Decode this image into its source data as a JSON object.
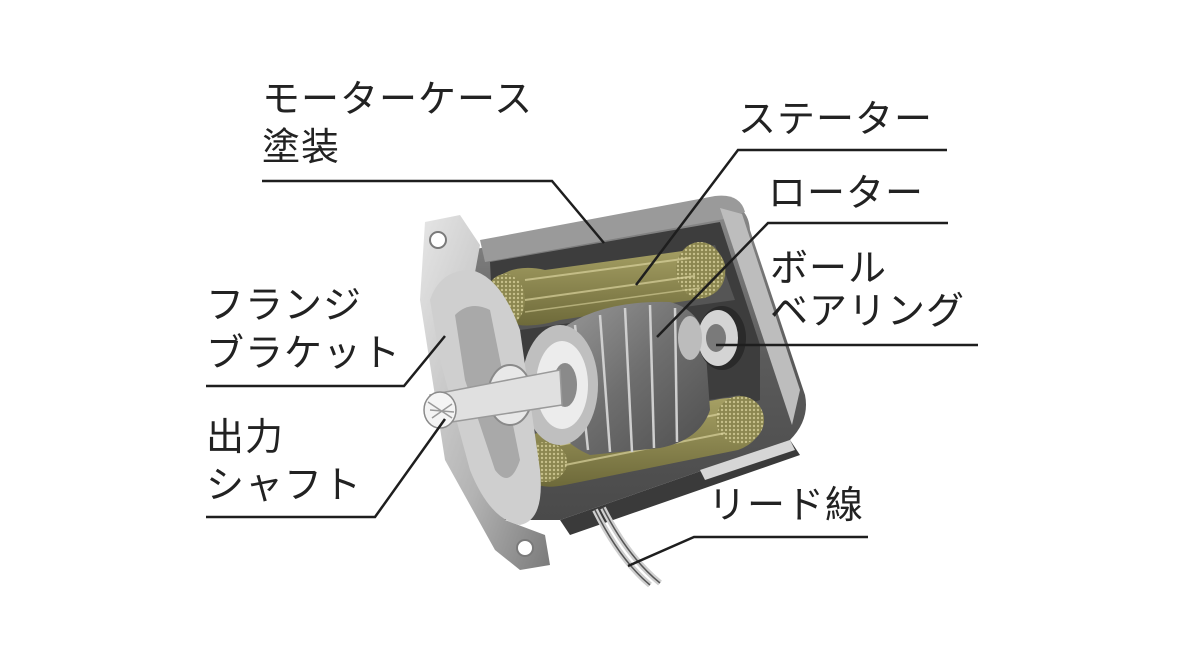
{
  "labels": {
    "motor_case_coating": [
      "モーターケース",
      "塗装"
    ],
    "stator": "ステーター",
    "rotor": "ローター",
    "ball_bearing": [
      "ボール",
      "ベアリング"
    ],
    "flange_bracket": [
      "フランジ",
      "ブラケット"
    ],
    "output_shaft": [
      "出力",
      "シャフト"
    ],
    "lead_wire": "リード線"
  },
  "colors": {
    "line": "#1e1e1e",
    "text": "#222222",
    "coil": "#8f8a52",
    "metal_light": "#d9d9d9",
    "metal_dark": "#6d6d6d"
  }
}
